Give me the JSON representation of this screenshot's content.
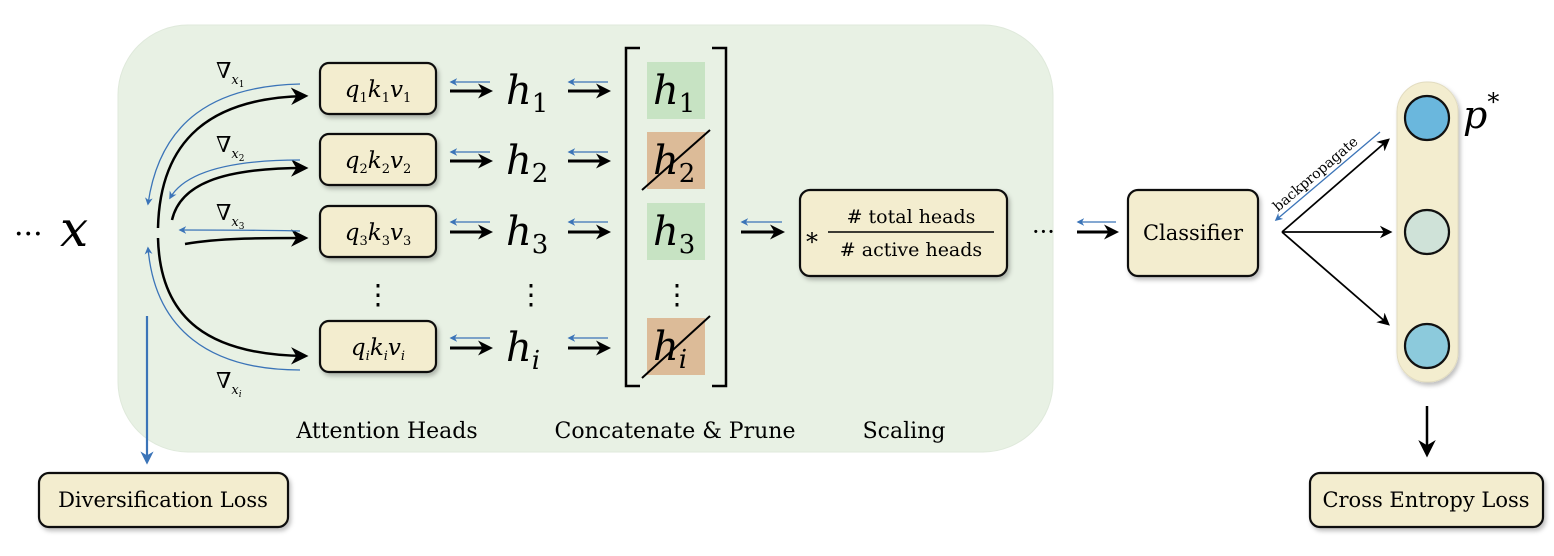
{
  "input": {
    "ellipsis": "···",
    "symbol": "x"
  },
  "gradients": [
    {
      "nabla": "∇",
      "sub": "x",
      "index": "1"
    },
    {
      "nabla": "∇",
      "sub": "x",
      "index": "2"
    },
    {
      "nabla": "∇",
      "sub": "x",
      "index": "3"
    },
    {
      "nabla": "∇",
      "sub": "x",
      "index": "i"
    }
  ],
  "heads": [
    {
      "q": "q",
      "k": "k",
      "v": "v",
      "index": "1"
    },
    {
      "q": "q",
      "k": "k",
      "v": "v",
      "index": "2"
    },
    {
      "q": "q",
      "k": "k",
      "v": "v",
      "index": "3"
    },
    {
      "q": "q",
      "k": "k",
      "v": "v",
      "index": "i"
    }
  ],
  "outputs": [
    {
      "symbol": "h",
      "index": "1",
      "pruned": false
    },
    {
      "symbol": "h",
      "index": "2",
      "pruned": true
    },
    {
      "symbol": "h",
      "index": "3",
      "pruned": false
    },
    {
      "symbol": "h",
      "index": "i",
      "pruned": true
    }
  ],
  "vertical_ellipsis": "⋮",
  "scaling": {
    "multiplier": "*",
    "numerator": "# total heads",
    "denominator": "# active heads"
  },
  "mid_ellipsis": "···",
  "classifier": {
    "label": "Classifier"
  },
  "backprop_label": "backpropagate",
  "output_prob": {
    "symbol": "p",
    "superscript": "*"
  },
  "section_labels": {
    "attention_heads": "Attention Heads",
    "concat_prune": "Concatenate & Prune",
    "scaling": "Scaling"
  },
  "losses": {
    "diversification": "Diversification Loss",
    "cross_entropy": "Cross Entropy Loss"
  },
  "colors": {
    "panel": "#e8f1e4",
    "box_fill": "#f3edcf",
    "active_head": "#c7e3c3",
    "pruned_head": "#dcbb98",
    "blue_arrow": "#3b74b8",
    "node_top": "#6ab7dd",
    "node_mid": "#cfe2d8",
    "node_bottom": "#8ccadc"
  }
}
